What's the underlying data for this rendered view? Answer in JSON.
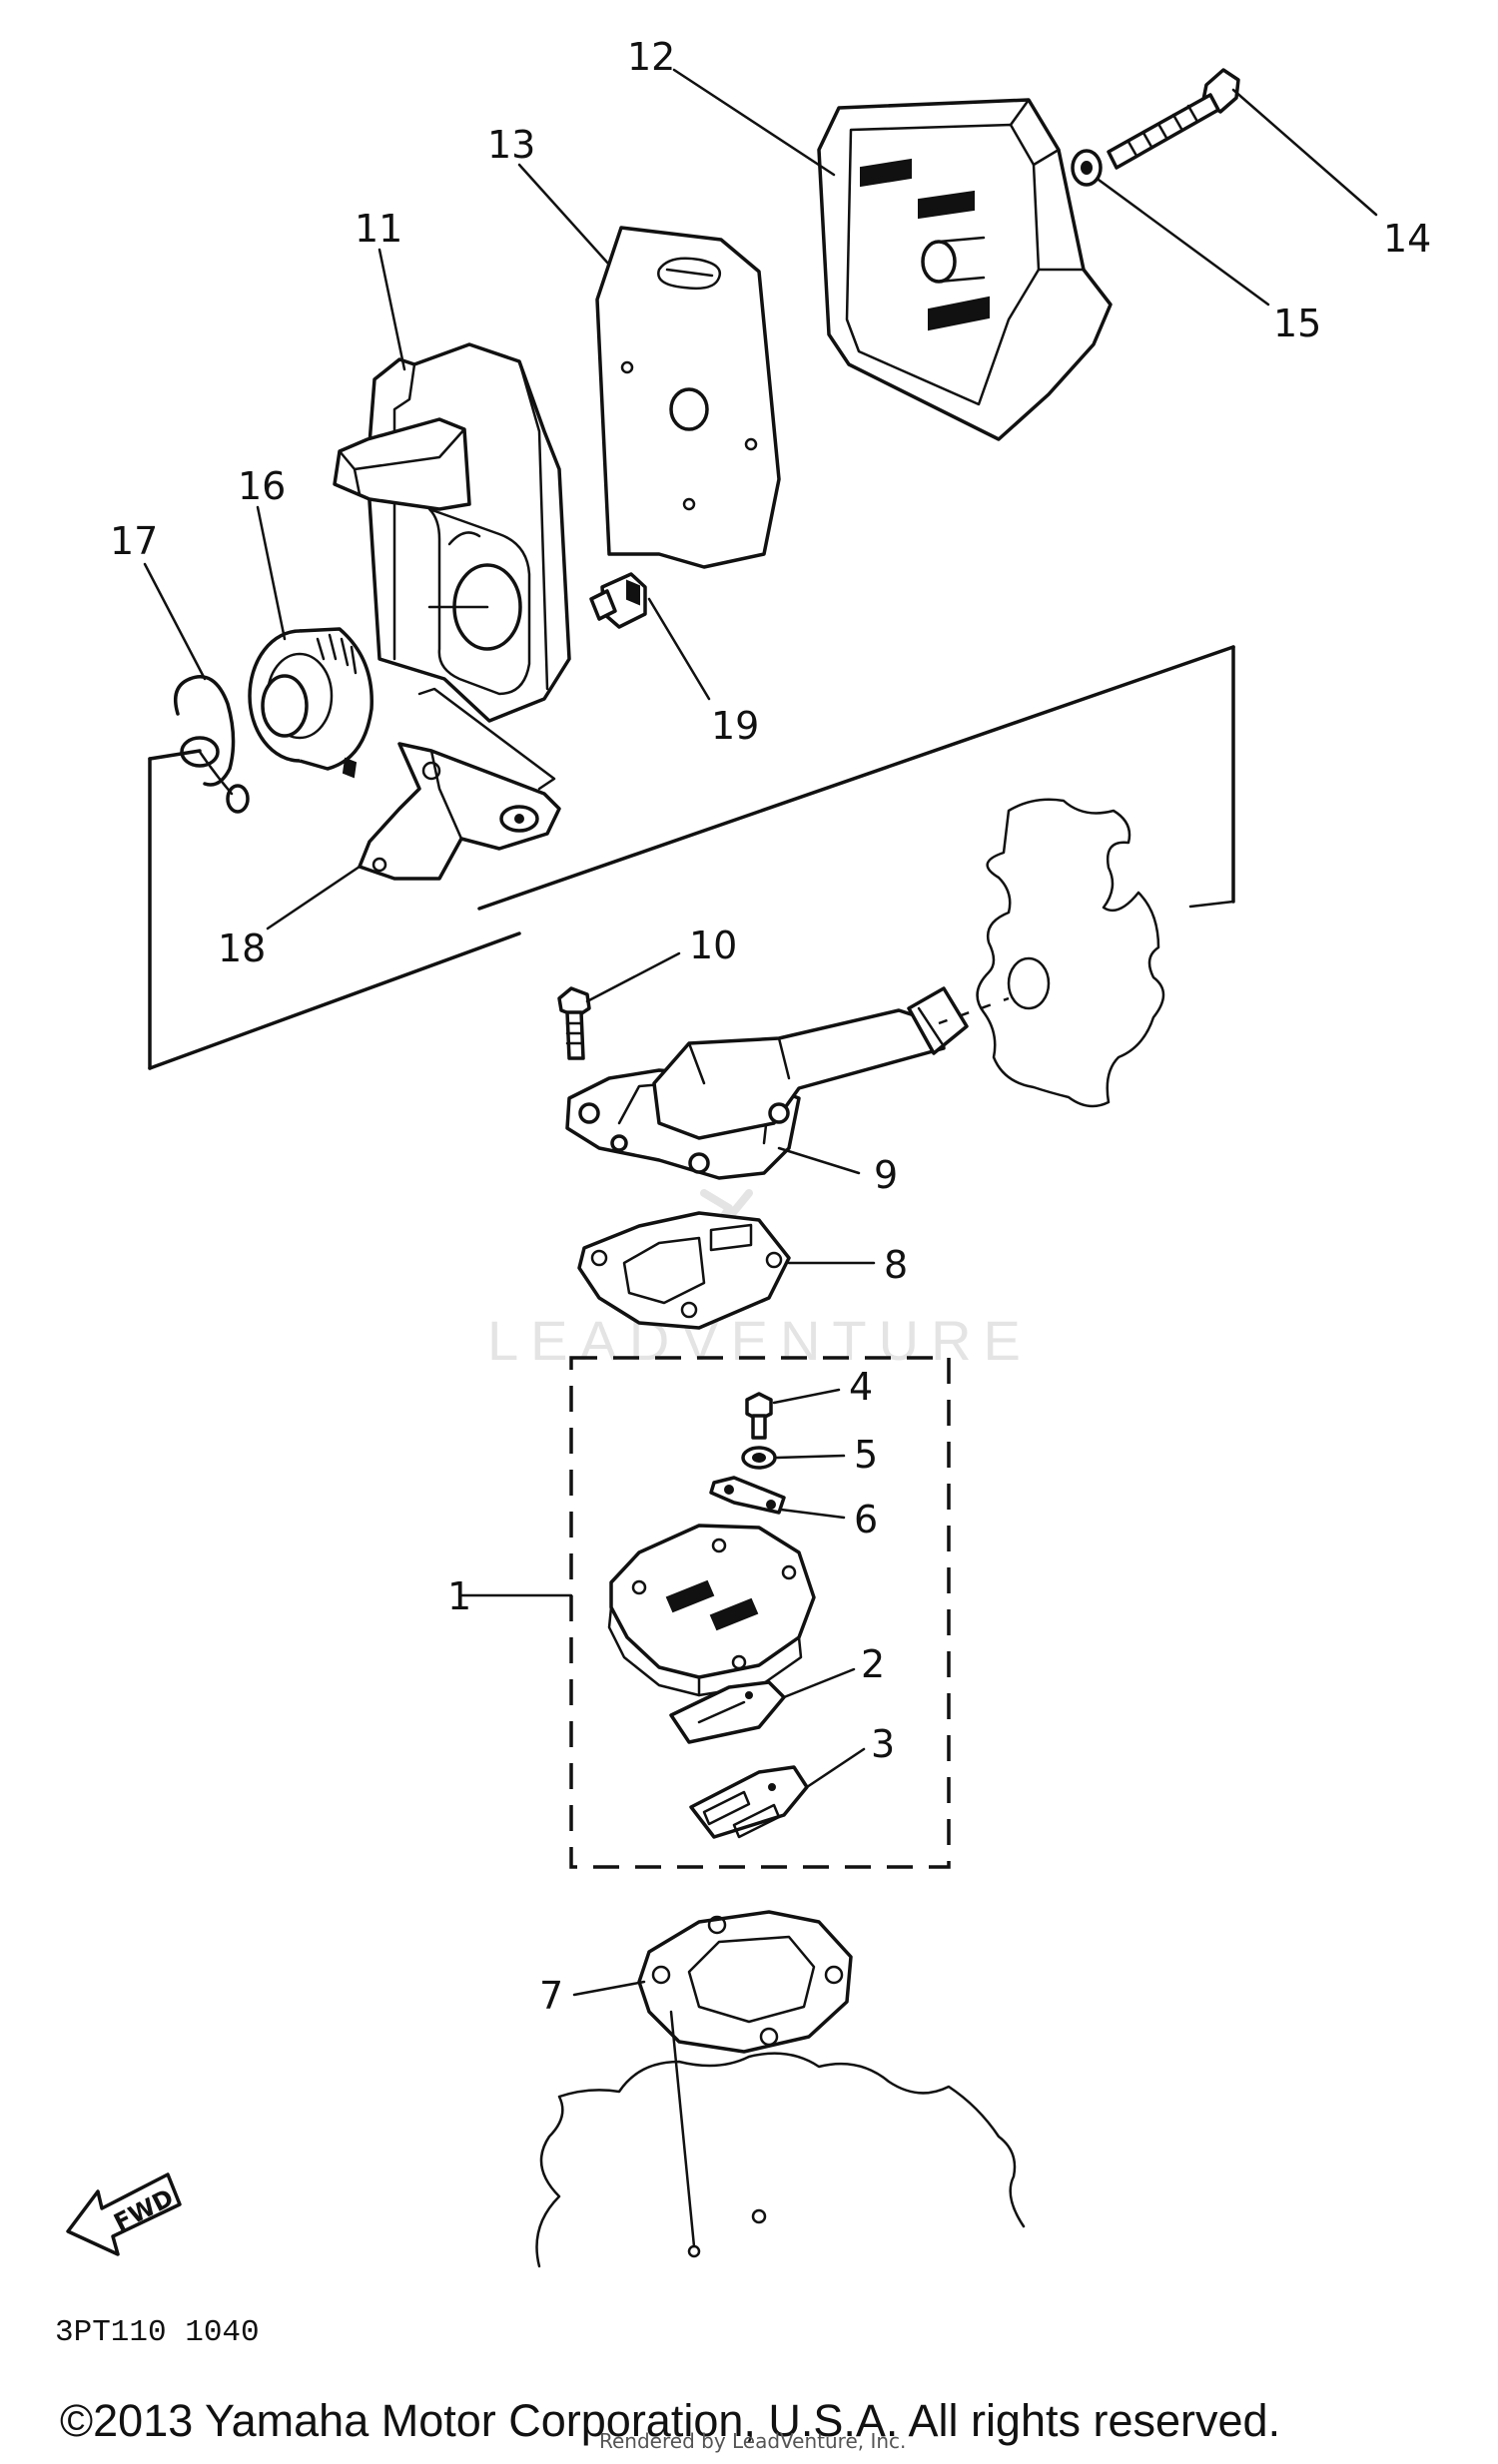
{
  "diagram": {
    "callouts": [
      {
        "id": "1",
        "label": "1"
      },
      {
        "id": "2",
        "label": "2"
      },
      {
        "id": "3",
        "label": "3"
      },
      {
        "id": "4",
        "label": "4"
      },
      {
        "id": "5",
        "label": "5"
      },
      {
        "id": "6",
        "label": "6"
      },
      {
        "id": "7",
        "label": "7"
      },
      {
        "id": "8",
        "label": "8"
      },
      {
        "id": "9",
        "label": "9"
      },
      {
        "id": "10",
        "label": "10"
      },
      {
        "id": "11",
        "label": "11"
      },
      {
        "id": "12",
        "label": "12"
      },
      {
        "id": "13",
        "label": "13"
      },
      {
        "id": "14",
        "label": "14"
      },
      {
        "id": "15",
        "label": "15"
      },
      {
        "id": "16",
        "label": "16"
      },
      {
        "id": "17",
        "label": "17"
      },
      {
        "id": "18",
        "label": "18"
      },
      {
        "id": "19",
        "label": "19"
      }
    ],
    "fwd_label": "FWD",
    "watermark": "LEADVENTURE",
    "diagram_code": "3PT110 1040",
    "copyright": "©2013 Yamaha Motor Corporation, U.S.A. All rights reserved.",
    "render_credit": "Rendered by LeadVenture, Inc."
  }
}
